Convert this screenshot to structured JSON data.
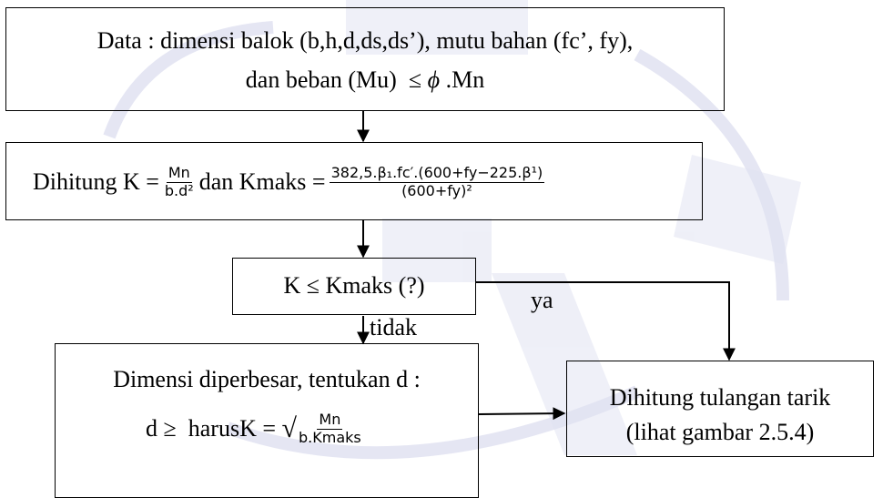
{
  "box1": {
    "line1": "Data : dimensi balok (b,h,d,ds,ds’), mutu bahan (fc’, fy),",
    "line2_text": "dan beban (Mu)",
    "line2_le": "≤",
    "line2_phi": "ϕ",
    "line2_tail": ".Mn"
  },
  "box2": {
    "prefix": "Dihitung K =",
    "k_num": "Mn",
    "k_den": "b.d²",
    "middle": "dan Kmaks =",
    "kmax_num": "382,5.β₁.fc′.(600+fy−225.β¹)",
    "kmax_den": "(600+fy)²"
  },
  "box3": {
    "text": "K ≤ Kmaks (?)"
  },
  "labels": {
    "ya": "ya",
    "tidak": "tidak"
  },
  "box4": {
    "line1": "Dimensi diperbesar, tentukan d :",
    "prefix": "d ≥  harusK =",
    "sqrt": "√",
    "num": "Mn",
    "den": "b.Kmaks"
  },
  "box5": {
    "line1": "Dihitung tulangan tarik",
    "line2": "(lihat gambar 2.5.4)"
  },
  "colors": {
    "stroke": "#000000",
    "watermark": "#c8cbe6"
  }
}
